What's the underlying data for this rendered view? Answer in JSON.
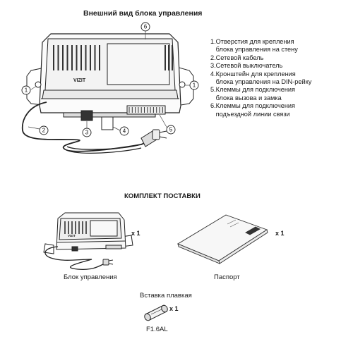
{
  "title": "Внешний вид блока управления",
  "brand": "VIZIT",
  "callouts": [
    "1",
    "1",
    "2",
    "3",
    "4",
    "5",
    "6"
  ],
  "legend": [
    "1.Отверстия для крепления",
    "   блока управления на стену",
    "2.Сетевой кабель",
    "3.Сетевой выключатель",
    "4.Кронштейн для крепления",
    "   блока управления на DIN-рейку",
    "5.Клеммы для подключения",
    "   блока вызова и замка",
    "6.Клеммы для подключения",
    "   подъездной линии связи"
  ],
  "kit_title": "КОМПЛЕКТ ПОСТАВКИ",
  "kit": {
    "unit_label": "Блок управления",
    "unit_qty": "x 1",
    "passport_label": "Паспорт",
    "passport_qty": "x 1",
    "fuse_title": "Вставка плавкая",
    "fuse_qty": "x 1",
    "fuse_rating": "F1.6AL"
  }
}
